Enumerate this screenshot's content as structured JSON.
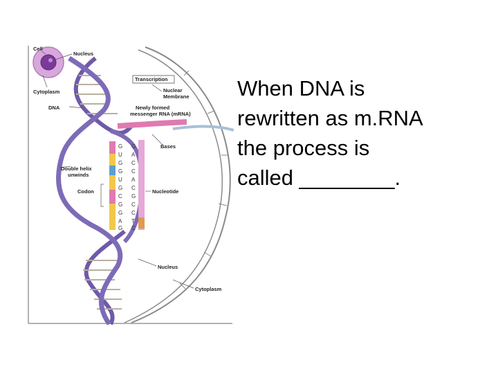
{
  "question": {
    "lines": [
      "When DNA is",
      "rewritten as m.RNA",
      "the process is",
      "called ________."
    ]
  },
  "diagram": {
    "labels": {
      "cell": "Cell",
      "nucleus_top": "Nucleus",
      "cytoplasm_top": "Cytoplasm",
      "dna": "DNA",
      "transcription": "Transcription",
      "nuclear_membrane_1": "Nuclear",
      "nuclear_membrane_2": "Membrane",
      "mrna_1": "Newly formed",
      "mrna_2": "messenger RNA (mRNA)",
      "bases": "Bases",
      "double_helix_1": "Double helix",
      "double_helix_2": "unwinds",
      "codon": "Codon",
      "nucleotide": "Nucleotide",
      "nucleus_bottom": "Nucleus",
      "cytoplasm_bottom": "Cytoplasm"
    },
    "mrna_bases": [
      "G",
      "U",
      "G",
      "G",
      "U",
      "G",
      "C",
      "G",
      "G",
      "A",
      "G"
    ],
    "dna_bases": [
      "G",
      "A",
      "C",
      "C",
      "A",
      "C",
      "G",
      "C",
      "C",
      "T",
      "C"
    ]
  },
  "colors": {
    "dna_strand": "#7e6bb8",
    "mrna_strand": "#e07ab0",
    "membrane": "#8a8a8a"
  }
}
